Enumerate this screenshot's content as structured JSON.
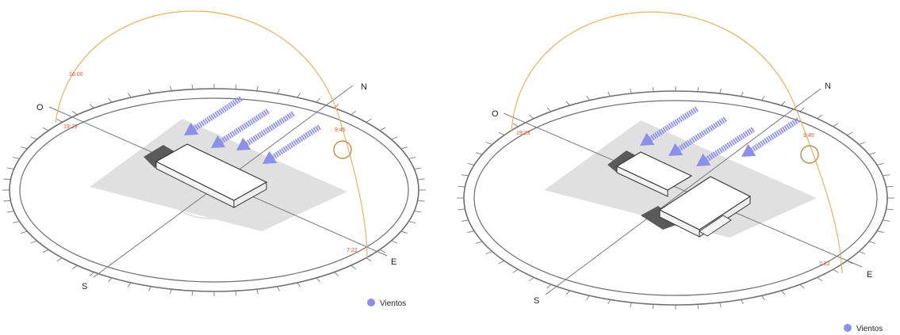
{
  "colors": {
    "background": "#ffffff",
    "ring": "#6e6e6e",
    "tick": "#7a7a7a",
    "axis": "#7a7a7a",
    "plane": "#d6d6d6",
    "sun_path": "#e5b35f",
    "sun": "#c98a47",
    "time_label": "#e8552e",
    "wind": "#8d8fe8",
    "building_top": "#ffffff",
    "building_stroke": "#333333",
    "shadow": "#5a5a5a"
  },
  "diagrams": [
    {
      "id": "left",
      "cardinals": {
        "north": "N",
        "south": "S",
        "east": "E",
        "west": "O"
      },
      "times": {
        "sunset": "19:23",
        "afternoon": "16:00",
        "morning": "9:45",
        "sunrise": "7:22"
      },
      "legend": {
        "icon": "wind-dot-icon",
        "label": "Vientos"
      },
      "wind_arrow_count": 4
    },
    {
      "id": "right",
      "cardinals": {
        "north": "N",
        "south": "S",
        "east": "E",
        "west": "O"
      },
      "times": {
        "sunset": "19:23",
        "morning": "9:45",
        "sunrise": "7:22"
      },
      "legend": {
        "icon": "wind-dot-icon",
        "label": "Vientos"
      },
      "wind_arrow_count": 4
    }
  ]
}
